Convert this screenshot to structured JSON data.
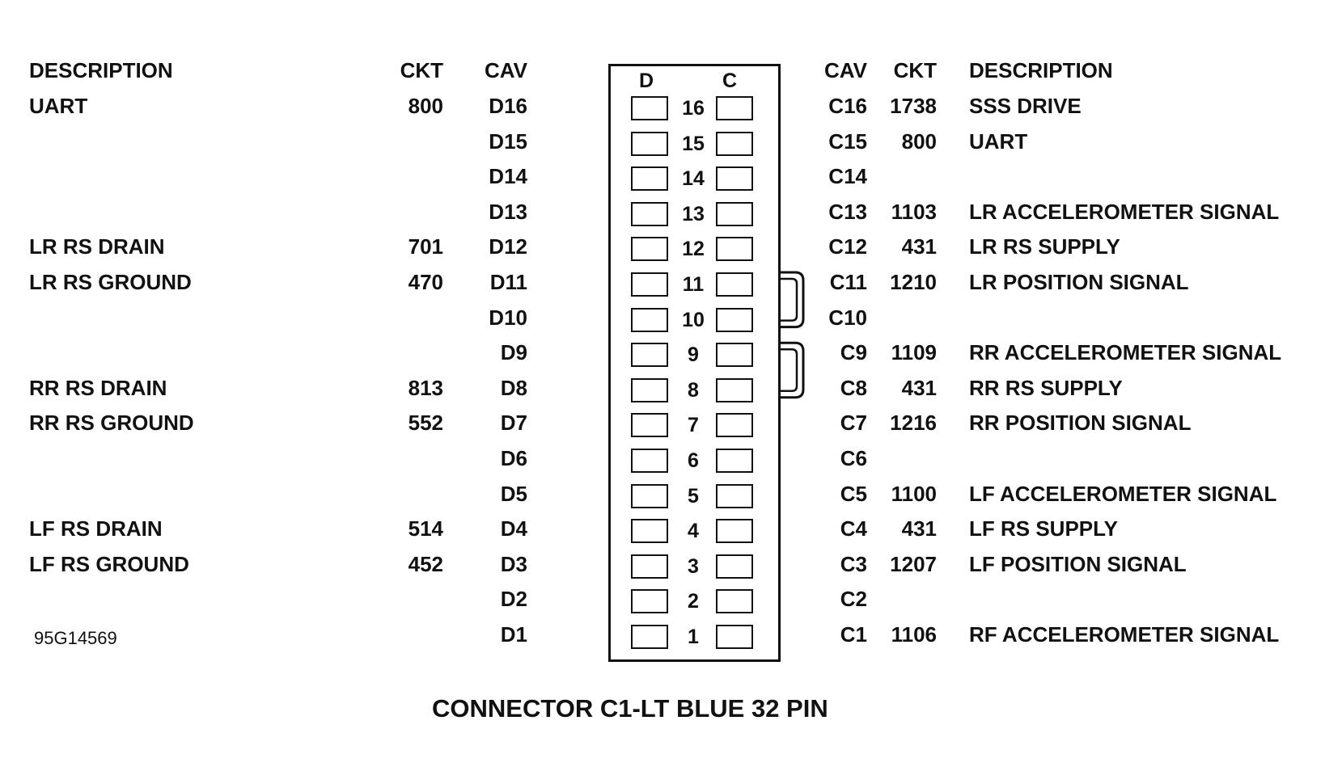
{
  "headers": {
    "left_description": "DESCRIPTION",
    "left_ckt": "CKT",
    "left_cav": "CAV",
    "side_d": "D",
    "side_c": "C",
    "right_cav": "CAV",
    "right_ckt": "CKT",
    "right_description": "DESCRIPTION"
  },
  "rows": [
    {
      "pin": "16",
      "d_cav": "D16",
      "d_ckt": "800",
      "d_desc": "UART",
      "c_cav": "C16",
      "c_ckt": "1738",
      "c_desc": "SSS DRIVE"
    },
    {
      "pin": "15",
      "d_cav": "D15",
      "d_ckt": "",
      "d_desc": "",
      "c_cav": "C15",
      "c_ckt": "800",
      "c_desc": "UART"
    },
    {
      "pin": "14",
      "d_cav": "D14",
      "d_ckt": "",
      "d_desc": "",
      "c_cav": "C14",
      "c_ckt": "",
      "c_desc": ""
    },
    {
      "pin": "13",
      "d_cav": "D13",
      "d_ckt": "",
      "d_desc": "",
      "c_cav": "C13",
      "c_ckt": "1103",
      "c_desc": "LR ACCELEROMETER SIGNAL"
    },
    {
      "pin": "12",
      "d_cav": "D12",
      "d_ckt": "701",
      "d_desc": "LR RS DRAIN",
      "c_cav": "C12",
      "c_ckt": "431",
      "c_desc": "LR RS SUPPLY"
    },
    {
      "pin": "11",
      "d_cav": "D11",
      "d_ckt": "470",
      "d_desc": "LR RS GROUND",
      "c_cav": "C11",
      "c_ckt": "1210",
      "c_desc": "LR POSITION SIGNAL"
    },
    {
      "pin": "10",
      "d_cav": "D10",
      "d_ckt": "",
      "d_desc": "",
      "c_cav": "C10",
      "c_ckt": "",
      "c_desc": ""
    },
    {
      "pin": "9",
      "d_cav": "D9",
      "d_ckt": "",
      "d_desc": "",
      "c_cav": "C9",
      "c_ckt": "1109",
      "c_desc": "RR ACCELEROMETER SIGNAL"
    },
    {
      "pin": "8",
      "d_cav": "D8",
      "d_ckt": "813",
      "d_desc": "RR RS DRAIN",
      "c_cav": "C8",
      "c_ckt": "431",
      "c_desc": "RR RS SUPPLY"
    },
    {
      "pin": "7",
      "d_cav": "D7",
      "d_ckt": "552",
      "d_desc": "RR RS GROUND",
      "c_cav": "C7",
      "c_ckt": "1216",
      "c_desc": "RR POSITION SIGNAL"
    },
    {
      "pin": "6",
      "d_cav": "D6",
      "d_ckt": "",
      "d_desc": "",
      "c_cav": "C6",
      "c_ckt": "",
      "c_desc": ""
    },
    {
      "pin": "5",
      "d_cav": "D5",
      "d_ckt": "",
      "d_desc": "",
      "c_cav": "C5",
      "c_ckt": "1100",
      "c_desc": "LF ACCELEROMETER SIGNAL"
    },
    {
      "pin": "4",
      "d_cav": "D4",
      "d_ckt": "514",
      "d_desc": "LF RS DRAIN",
      "c_cav": "C4",
      "c_ckt": "431",
      "c_desc": "LF RS SUPPLY"
    },
    {
      "pin": "3",
      "d_cav": "D3",
      "d_ckt": "452",
      "d_desc": "LF RS GROUND",
      "c_cav": "C3",
      "c_ckt": "1207",
      "c_desc": "LF POSITION SIGNAL"
    },
    {
      "pin": "2",
      "d_cav": "D2",
      "d_ckt": "",
      "d_desc": "",
      "c_cav": "C2",
      "c_ckt": "",
      "c_desc": ""
    },
    {
      "pin": "1",
      "d_cav": "D1",
      "d_ckt": "",
      "d_desc": "",
      "c_cav": "C1",
      "c_ckt": "1106",
      "c_desc": "RF ACCELEROMETER SIGNAL"
    }
  ],
  "jumpers": [
    [
      "C11",
      "C10"
    ],
    [
      "C9",
      "C8"
    ]
  ],
  "figure_id": "95G14569",
  "caption": "CONNECTOR C1-LT BLUE 32 PIN"
}
